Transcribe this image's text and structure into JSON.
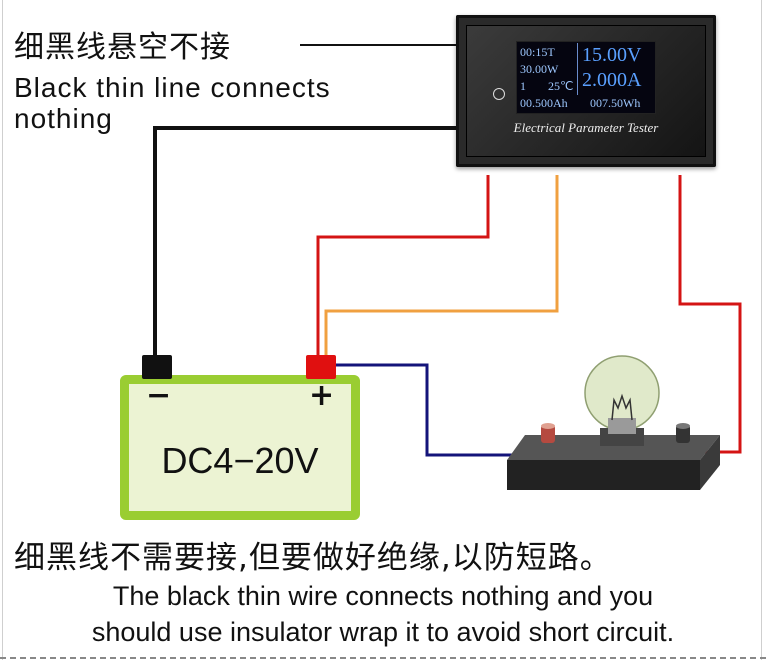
{
  "annotation": {
    "caption_cn": "细黑线悬空不接",
    "caption_en_line1": "Black thin line connects",
    "caption_en_line2": "nothing"
  },
  "meter": {
    "label": "Electrical Parameter Tester",
    "screen": {
      "time": "00:15T",
      "power": "30.00W",
      "channel": "1",
      "temperature": "25℃",
      "charge": "00.500Ah",
      "energy": "007.50Wh",
      "voltage": "15.00V",
      "current": "2.000A"
    }
  },
  "battery": {
    "label": "DC4−20V",
    "negative": "−",
    "positive": "+"
  },
  "wire_colors": {
    "black": "#111111",
    "red": "#d41414",
    "orange": "#f0a040",
    "blue": "#14147a"
  },
  "footer": {
    "cn": "细黑线不需要接,但要做好绝缘,以防短路。",
    "en_line1": "The black thin wire connects nothing and you",
    "en_line2": "should use insulator wrap it to avoid short circuit."
  }
}
